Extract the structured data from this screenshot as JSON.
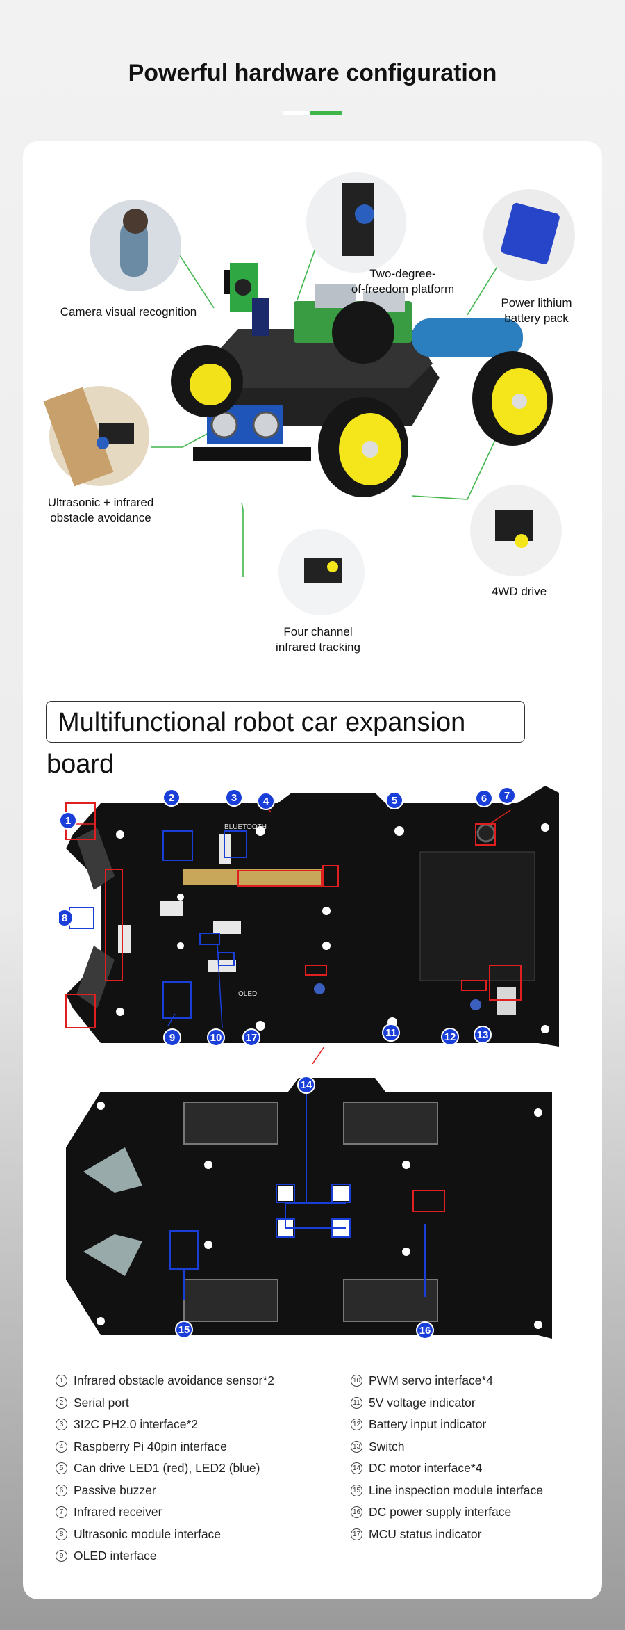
{
  "header": {
    "title": "Powerful hardware configuration"
  },
  "features": [
    {
      "label": "Camera visual recognition"
    },
    {
      "label": "Two-degree-\nof-freedom platform"
    },
    {
      "label": "Power lithium\nbattery pack"
    },
    {
      "label": "Ultrasonic + infrared\nobstacle avoidance"
    },
    {
      "label": "4WD drive"
    },
    {
      "label": "Four channel\ninfrared tracking"
    }
  ],
  "board": {
    "title": "Multifunctional robot car expansion board",
    "top_silkscreen": [
      "BLUETOOTH",
      "OLED"
    ]
  },
  "legend_left": [
    {
      "n": "1",
      "text": "Infrared obstacle avoidance sensor*2"
    },
    {
      "n": "2",
      "text": "Serial port"
    },
    {
      "n": "3",
      "text": "3I2C PH2.0 interface*2"
    },
    {
      "n": "4",
      "text": "Raspberry Pi 40pin interface"
    },
    {
      "n": "5",
      "text": "Can drive LED1 (red), LED2 (blue)"
    },
    {
      "n": "6",
      "text": "Passive buzzer"
    },
    {
      "n": "7",
      "text": "Infrared receiver"
    },
    {
      "n": "8",
      "text": "Ultrasonic module interface"
    },
    {
      "n": "9",
      "text": "OLED interface"
    }
  ],
  "legend_right": [
    {
      "n": "10",
      "text": "PWM servo interface*4"
    },
    {
      "n": "11",
      "text": "5V voltage indicator"
    },
    {
      "n": "12",
      "text": "Battery input indicator"
    },
    {
      "n": "13",
      "text": "Switch"
    },
    {
      "n": "14",
      "text": "DC motor interface*4"
    },
    {
      "n": "15",
      "text": "Line inspection module interface"
    },
    {
      "n": "16",
      "text": "DC power supply interface"
    },
    {
      "n": "17",
      "text": "MCU status indicator"
    }
  ],
  "markers": [
    "1",
    "2",
    "3",
    "4",
    "5",
    "6",
    "7",
    "8",
    "9",
    "10",
    "11",
    "12",
    "13",
    "14",
    "15",
    "16",
    "17"
  ],
  "colors": {
    "accent": "#3fb54a",
    "marker": "#1a3ed8",
    "board": "#111111",
    "callout": "#e02020"
  }
}
